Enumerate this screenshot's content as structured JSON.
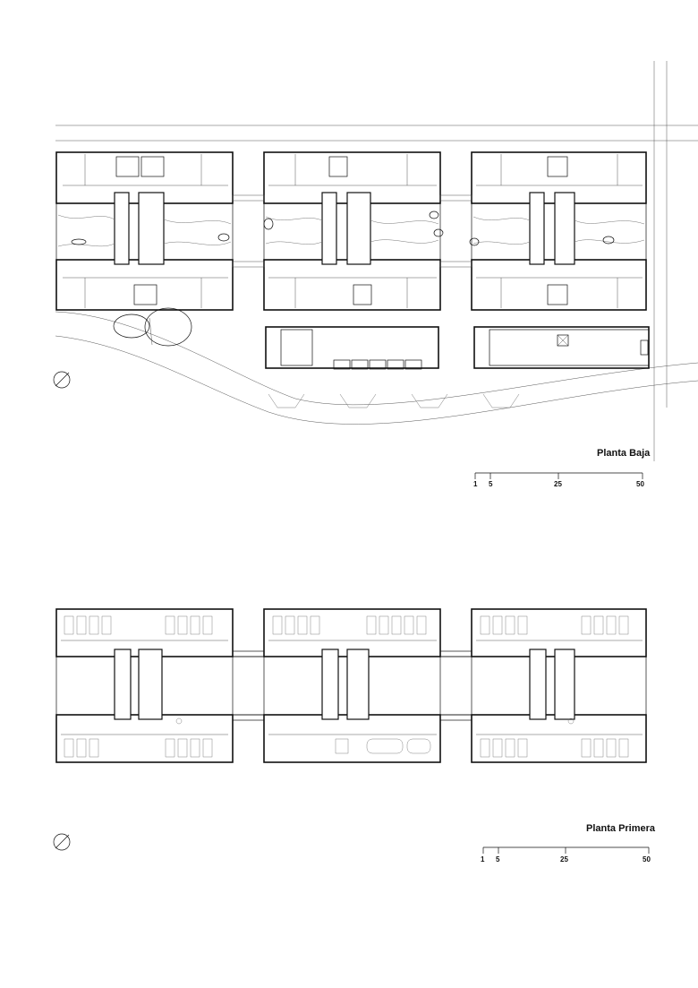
{
  "plans": [
    {
      "title": "Planta Baja",
      "scale_ticks": [
        "1",
        "5",
        "25",
        "50"
      ]
    },
    {
      "title": "Planta Primera",
      "scale_ticks": [
        "1",
        "5",
        "25",
        "50"
      ]
    }
  ],
  "icons": [
    "north-arrow-icon",
    "north-arrow-icon"
  ]
}
